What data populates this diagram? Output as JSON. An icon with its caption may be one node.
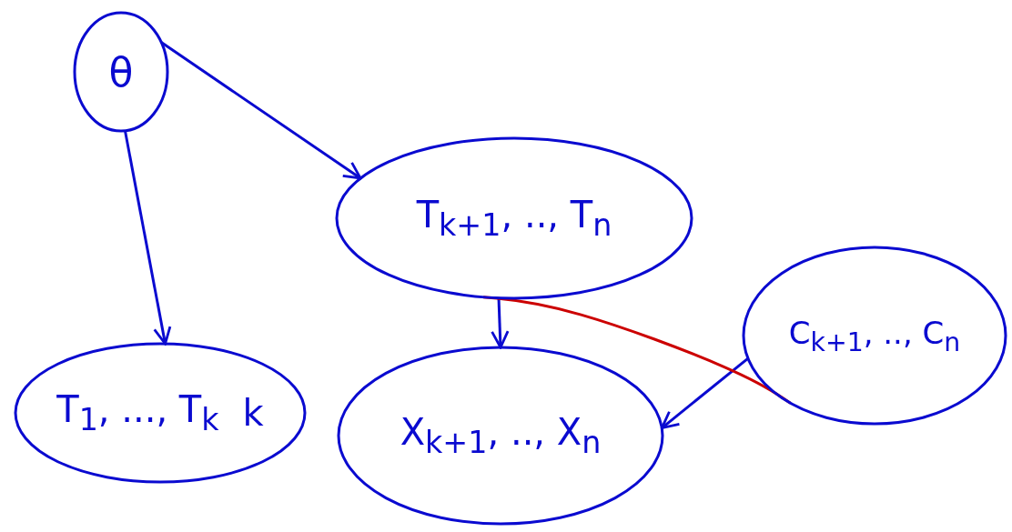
{
  "diagram": {
    "nodes": [
      {
        "text": [
          "θ"
        ]
      },
      {
        "text": [
          "T$_{k+1}$, .., T$_{n}$"
        ]
      },
      {
        "text": [
          "T$_{1}$, ..., T$_{k}$",
          "k"
        ]
      },
      {
        "text": [
          "X$_{k+1}$, .., X$_{n}$"
        ]
      },
      {
        "text": [
          "C$_{k+1}$, .., C$_{n}$"
        ]
      }
    ],
    "edges": [
      {
        "from": 0,
        "to": 2,
        "arrow": "to"
      },
      {
        "from": 0,
        "to": 1,
        "arrow": "to"
      },
      {
        "from": 1,
        "to": 3,
        "arrow": "to"
      },
      {
        "from": 4,
        "to": 3,
        "arrow": "to"
      },
      {
        "from": 1,
        "to": 4,
        "arrow": "none",
        "color": "#cc0000"
      }
    ]
  }
}
